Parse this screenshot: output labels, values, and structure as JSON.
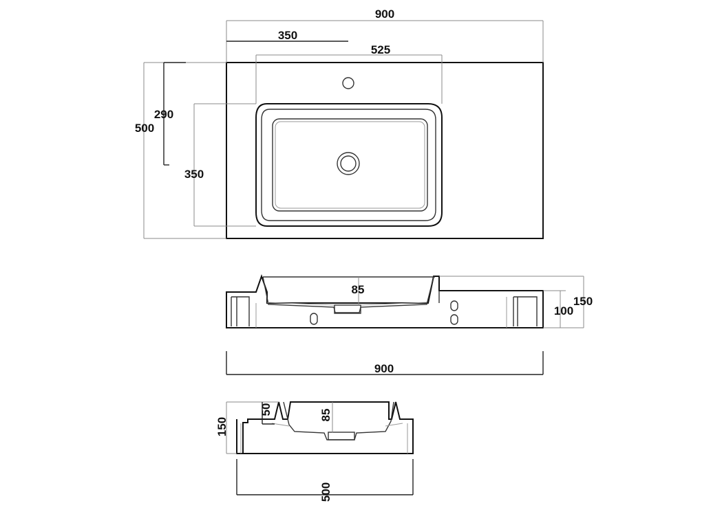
{
  "colors": {
    "line": "#111111",
    "guide": "#8a8a8a",
    "background": "#ffffff"
  },
  "top_view": {
    "width": "900",
    "tap_offset": "350",
    "bowl_width": "525",
    "bowl_top": "290",
    "depth": "500",
    "bowl_depth": "350"
  },
  "front_view": {
    "bowl_depth": "85",
    "skirt": "100",
    "height": "150",
    "width": "900"
  },
  "side_view": {
    "rim": "50",
    "bowl_depth": "85",
    "height": "150",
    "depth": "500"
  }
}
